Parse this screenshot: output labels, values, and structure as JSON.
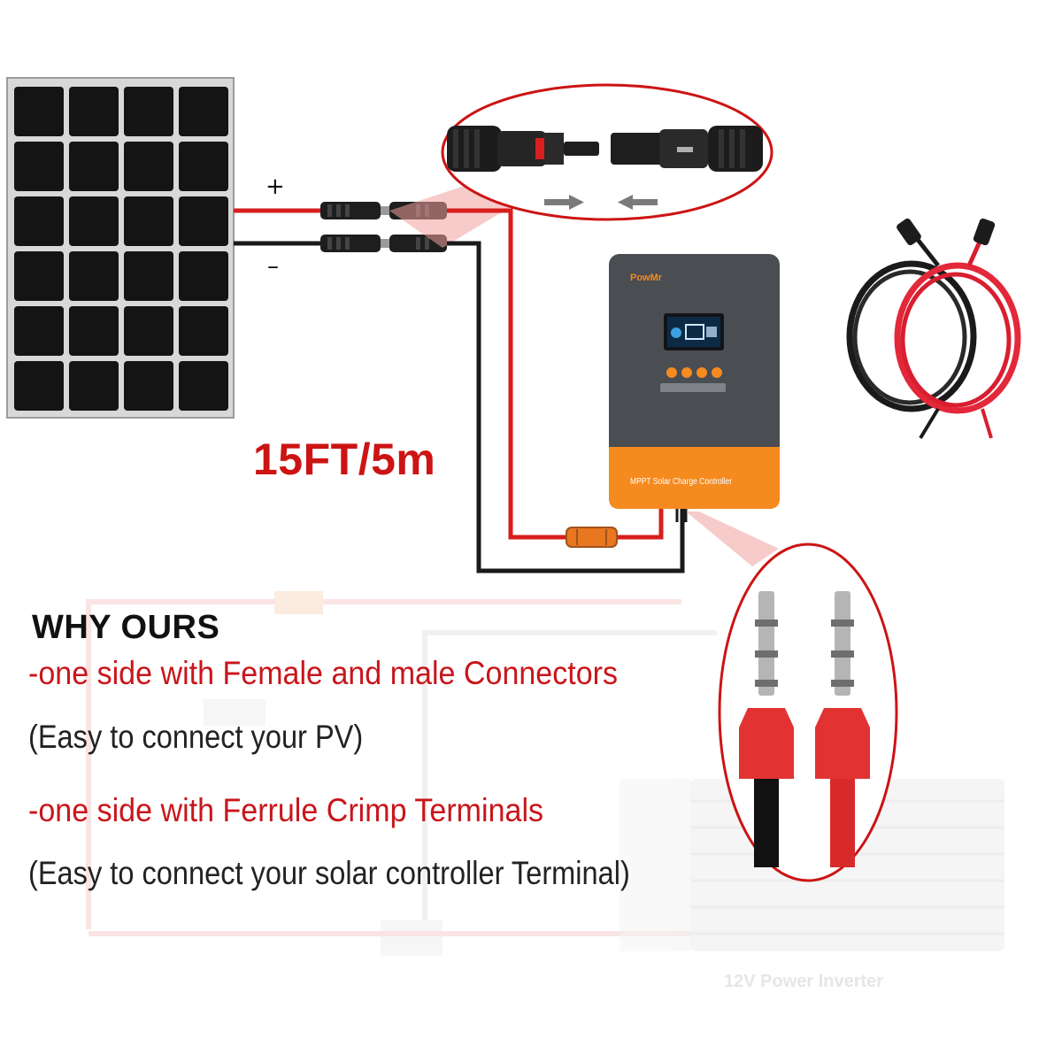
{
  "labels": {
    "positive": "+",
    "negative": "–",
    "cable_length": "15FT/5m",
    "controller_brand": "PowMr",
    "controller_caption": "MPPT Solar Charge Controller",
    "inverter": "12V Power Inverter"
  },
  "why_ours": {
    "heading": "WHY OURS",
    "feature_1": "-one side with Female and male Connectors",
    "note_1": "(Easy to connect your PV)",
    "feature_2": "-one side with Ferrule Crimp Terminals",
    "note_2": "(Easy to connect your solar controller Terminal)"
  },
  "colors": {
    "positive_wire": "#d81e1e",
    "negative_wire": "#1a1a1a",
    "accent_red": "#c8161b",
    "controller_body": "#4a4d52",
    "controller_orange": "#f58a1f"
  }
}
